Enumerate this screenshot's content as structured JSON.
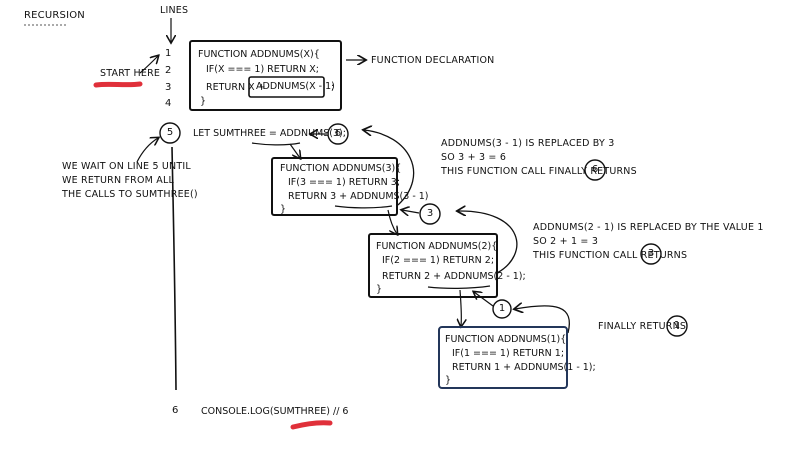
{
  "title": "RECURSION",
  "lines_label": "LINES",
  "start_here": "START HERE",
  "line_numbers": [
    "1",
    "2",
    "3",
    "4"
  ],
  "line_number_6": "6",
  "declaration": {
    "lines": [
      "FUNCTION ADDNUMS(X){",
      "IF(X === 1) RETURN X;",
      "RETURN X +",
      "}"
    ],
    "boxed_call": "ADDNUMS(X - 1)",
    "semicolon": ";",
    "label": "FUNCTION DECLARATION"
  },
  "line5": {
    "number": "5",
    "code_prefix": "LET SUMTHREE = ",
    "code_call": "ADDNUMS(3)",
    "code_suffix": ";",
    "result": "6"
  },
  "wait_note": [
    "WE WAIT ON LINE 5 UNTIL",
    "WE RETURN FROM ALL",
    "THE CALLS TO SUMTHREE()"
  ],
  "call3": {
    "lines": [
      "FUNCTION ADDNUMS(3){",
      "IF(3 === 1) RETURN 3;",
      "RETURN 3 + ADDNUMS(3 - 1)",
      "}"
    ],
    "return_value": "3"
  },
  "call3_note": [
    "ADDNUMS(3 - 1) IS REPLACED BY 3",
    "SO 3 + 3 = 6",
    "THIS FUNCTION CALL FINALLY RETURNS"
  ],
  "call3_note_value": "6",
  "call2": {
    "lines": [
      "FUNCTION ADDNUMS(2){",
      "IF(2 === 1) RETURN 2;",
      "RETURN 2 + ADDNUMS(2 - 1);",
      "}"
    ],
    "return_value": "1"
  },
  "call2_note": [
    "ADDNUMS(2 - 1) IS REPLACED BY THE VALUE 1",
    "SO 2 + 1 = 3",
    "THIS FUNCTION CALL RETURNS"
  ],
  "call2_note_value": "3",
  "call1": {
    "lines": [
      "FUNCTION ADDNUMS(1){",
      "IF(1 === 1) RETURN 1;",
      "RETURN 1 + ADDNUMS(1 - 1);",
      "}"
    ]
  },
  "finally_returns": "FINALLY RETURNS",
  "finally_value": "1",
  "console_line": "CONSOLE.LOG(SUMTHREE) // 6"
}
